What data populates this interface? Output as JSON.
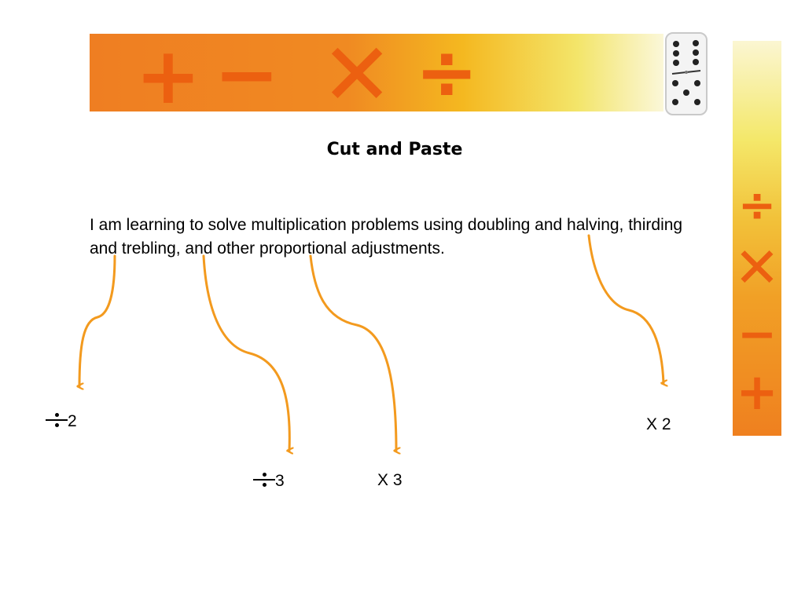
{
  "banner": {
    "symbols": [
      "+",
      "−",
      "✕",
      "÷"
    ]
  },
  "side_banner": {
    "symbols": [
      "÷",
      "✕",
      "−",
      "+"
    ]
  },
  "title": "Cut and Paste",
  "objective": "I am learning to solve multiplication problems using doubling and halving, thirding and trebling, and other proportional adjustments.",
  "operations": {
    "halving": "2",
    "thirding": "3",
    "trebling": "X 3",
    "doubling": "X 2"
  },
  "colors": {
    "symbol": "#ec6010",
    "arrow": "#f39a1e",
    "banner_start": "#ef7e22",
    "banner_end": "#fbf7d9"
  },
  "icons": [
    "domino-icon"
  ]
}
